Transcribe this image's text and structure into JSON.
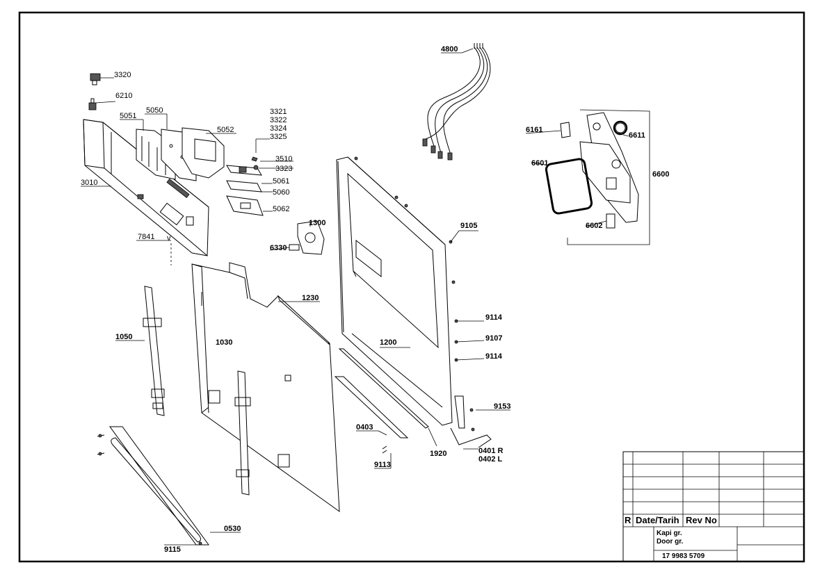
{
  "labels": {
    "l3320": "3320",
    "l6210": "6210",
    "l5050": "5050",
    "l5051": "5051",
    "l5052": "5052",
    "l3321": "3321",
    "l3322": "3322",
    "l3324": "3324",
    "l3325": "3325",
    "l3510": "3510",
    "l3323": "3323",
    "l5061": "5061",
    "l5060": "5060",
    "l5062": "5062",
    "l3010": "3010",
    "l7841": "7841",
    "l7841v": "v",
    "l1300": "1300",
    "l6330": "6330",
    "l4800": "4800",
    "l6161": "6161",
    "l6611": "6611",
    "l6601": "6601",
    "l6600": "6600",
    "l6602": "6602",
    "l9105": "9105",
    "l1230": "1230",
    "l1050": "1050",
    "l1030": "1030",
    "l1200": "1200",
    "l9114a": "9114",
    "l9107": "9107",
    "l9114b": "9114",
    "l9153": "9153",
    "l0403": "0403",
    "l1920": "1920",
    "l0401R": "0401 R",
    "l0402L": "0402 L",
    "l9113": "9113",
    "l0530": "0530",
    "l9115": "9115"
  },
  "title_block": {
    "rev_marker": "R",
    "date_label": "Date/Tarih",
    "rev_label": "Rev No",
    "name_tr": "Kapi gr.",
    "name_en": "Door gr.",
    "number": "17 9983 5709"
  }
}
